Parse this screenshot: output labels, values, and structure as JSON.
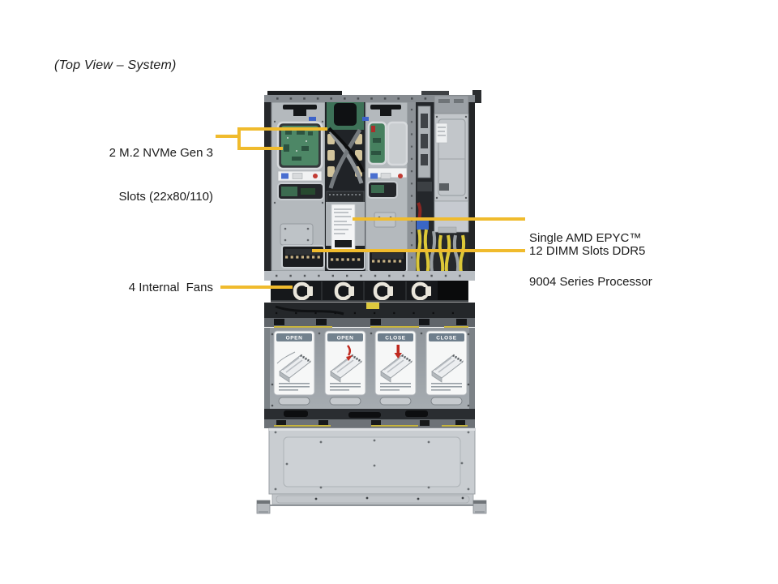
{
  "page": {
    "title": "(Top View – System)",
    "background_color": "#ffffff"
  },
  "callouts": {
    "line_color": "#F0BB2D",
    "m2": {
      "line1": "2 M.2 NVMe Gen 3",
      "line2": "Slots (22x80/110)"
    },
    "cpu": {
      "line1": "Single AMD EPYC™",
      "line2": "9004 Series Processor"
    },
    "dimm": {
      "label": "12 DIMM Slots DDR5"
    },
    "fans": {
      "label": "4 Internal  Fans"
    }
  },
  "server": {
    "cards": [
      {
        "header": "OPEN"
      },
      {
        "header": "OPEN"
      },
      {
        "header": "CLOSE"
      },
      {
        "header": "CLOSE"
      }
    ],
    "colors": {
      "chassis_metal": "#C3C7CB",
      "tray_metal": "#B4B9BD",
      "dark_interior": "#1B1D20",
      "pcb_green": "#4D8766",
      "cable_yellow": "#DCC838",
      "card_header": "#73828E",
      "fan_handle_cream": "#E9E5DA"
    }
  }
}
